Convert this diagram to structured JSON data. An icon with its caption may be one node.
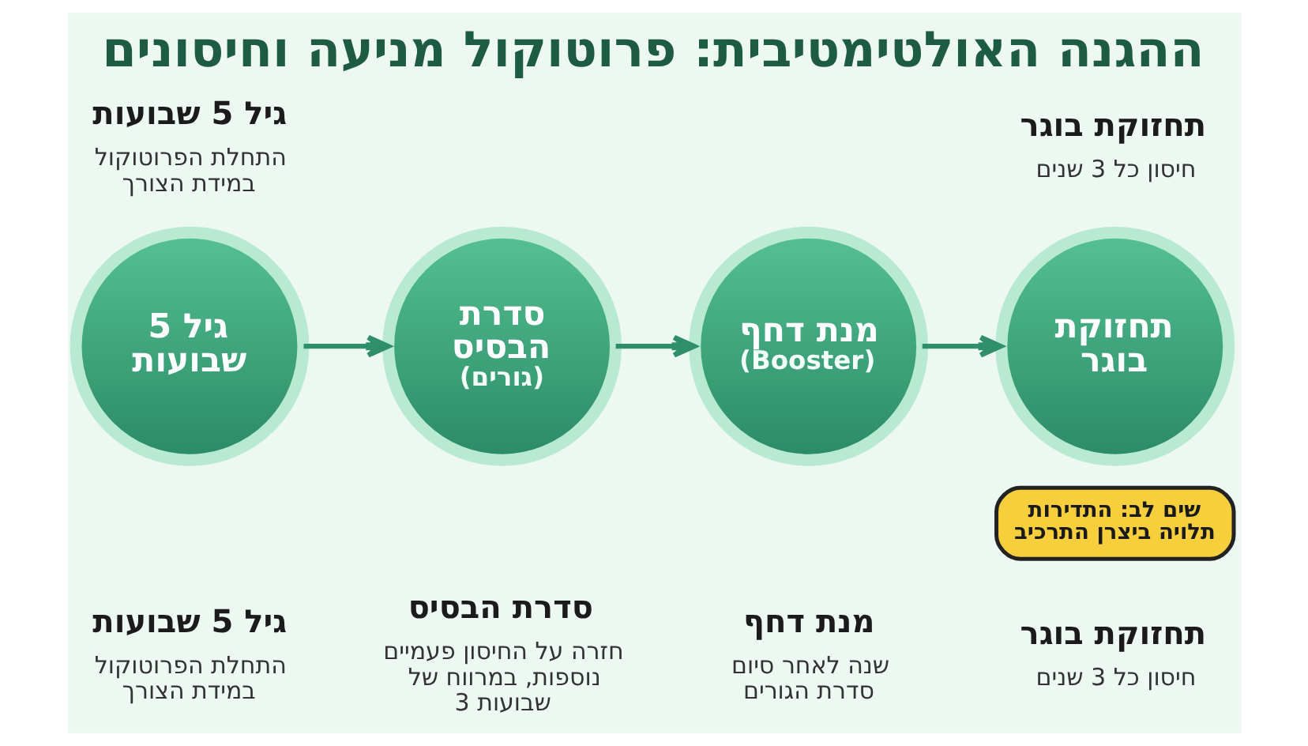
{
  "diagram": {
    "title": "ההגנה האולטימטיבית: פרוטוקול מניעה וחיסונים",
    "nodes": [
      {
        "text": [
          "גיל 5 שבועות"
        ],
        "beside": [
          "גיל 5 שבועות",
          "התחלת הפרוטוקול במידת הצורך",
          "גיל 5 שבועות",
          "התחלת הפרוטוקול במידת הצורך"
        ]
      },
      {
        "text": [
          "סדרת הבסיס",
          "(גורים)"
        ],
        "beside": [
          "סדרת הבסיס",
          "חזרה על החיסון פעמיים נוספות, במרווח של 3 שבועות"
        ]
      },
      {
        "text": [
          "מנת דחף",
          "(Booster)"
        ],
        "beside": [
          "מנת דחף",
          "שנה לאחר סיום סדרת הגורים"
        ]
      },
      {
        "text": [
          "תחזוקת בוגר"
        ],
        "beside": [
          "תחזוקת בוגר",
          "חיסון כל 3 שנים",
          "תחזוקת בוגר",
          "חיסון כל 3 שנים"
        ]
      },
      {
        "text": [
          "שים לב: התדירות תלויה ביצרן התרכיב"
        ]
      }
    ],
    "edges": [
      {
        "from": 0,
        "to": 1,
        "arrow": "to"
      },
      {
        "from": 1,
        "to": 2,
        "arrow": "to"
      },
      {
        "from": 2,
        "to": 3,
        "arrow": "to"
      }
    ]
  }
}
